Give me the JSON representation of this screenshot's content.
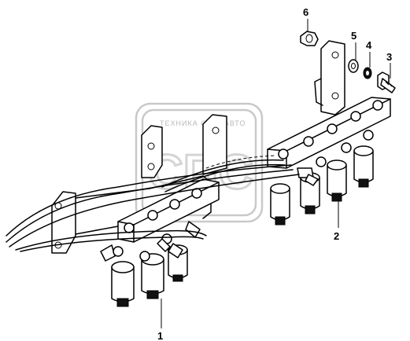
{
  "watermark": {
    "text": "ТЕХНИКА  СПЕЦАВТО",
    "logo_letters": "СПС"
  },
  "callouts": [
    {
      "id": "1",
      "label": "1"
    },
    {
      "id": "2",
      "label": "2"
    },
    {
      "id": "3",
      "label": "3"
    },
    {
      "id": "4",
      "label": "4"
    },
    {
      "id": "5",
      "label": "5"
    },
    {
      "id": "6",
      "label": "6"
    }
  ]
}
